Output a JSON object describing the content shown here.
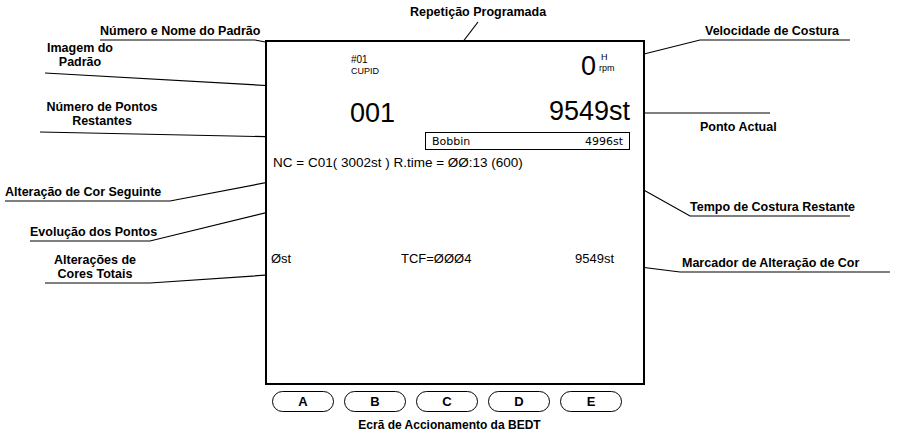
{
  "diagram": {
    "caption": "Ecrã de Accionamento da BEDT",
    "nodes": [
      {
        "text": [
          "#01",
          "CUPID",
          "001",
          "0",
          "H",
          "rpm",
          "9549st",
          "NC = C01( 3002st ) R.time = ØØ:13 (600)",
          "Øst",
          "TCF=ØØØ4",
          "9549st"
        ]
      },
      {
        "text": [
          "Bobbin",
          "4996st"
        ],
        "in": 0
      },
      {
        "text": [
          "A"
        ]
      },
      {
        "text": [
          "B"
        ]
      },
      {
        "text": [
          "C"
        ]
      },
      {
        "text": [
          "D"
        ]
      },
      {
        "text": [
          "E"
        ]
      }
    ],
    "labels": [
      "Repetição Programada",
      "Número e Nome do Padrão",
      "Velocidade de Costura",
      "Imagem do Padrão",
      "Número de Pontos Restantes",
      "Ponto Actual",
      "Alteração de Cor Seguinte",
      "Tempo de Costura Restante",
      "Evolução dos Pontos",
      "Alterações de Cores Totais",
      "Marcador de Alteração de Cor"
    ]
  }
}
